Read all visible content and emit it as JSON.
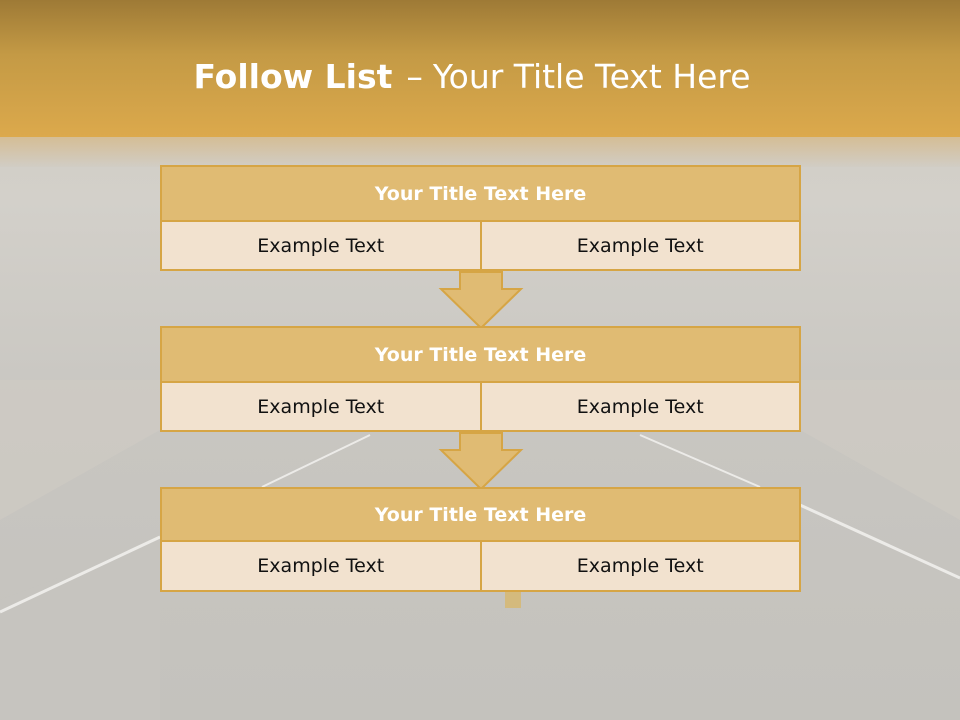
{
  "slide": {
    "title_bold": "Follow List",
    "title_dash": "–",
    "title_rest": "Your Title Text Here"
  },
  "blocks": [
    {
      "title": "Your Title Text Here",
      "left": "Example Text",
      "right": "Example Text"
    },
    {
      "title": "Your Title Text Here",
      "left": "Example Text",
      "right": "Example Text"
    },
    {
      "title": "Your Title Text Here",
      "left": "Example Text",
      "right": "Example Text"
    }
  ],
  "colors": {
    "band": "#dca94c",
    "block_header": "#e0bb73",
    "block_cell": "#f2e2cf",
    "border": "#d6a545"
  }
}
